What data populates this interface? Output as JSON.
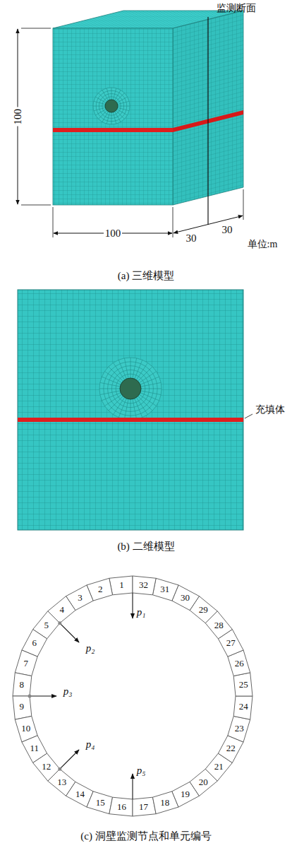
{
  "diagram": {
    "labels": [
      "监测断面",
      "100",
      "100",
      "30",
      "30",
      "单位:m",
      "(a) 三维模型",
      "充填体",
      "(b) 二维模型",
      "1",
      "2",
      "3",
      "4",
      "5",
      "6",
      "7",
      "8",
      "9",
      "10",
      "11",
      "12",
      "13",
      "14",
      "15",
      "16",
      "17",
      "18",
      "19",
      "20",
      "21",
      "22",
      "23",
      "24",
      "25",
      "26",
      "27",
      "28",
      "29",
      "30",
      "31",
      "32",
      "p₁",
      "p₂",
      "p₃",
      "p₄",
      "p₅",
      "(c) 洞壁监测节点和单元编号"
    ]
  }
}
